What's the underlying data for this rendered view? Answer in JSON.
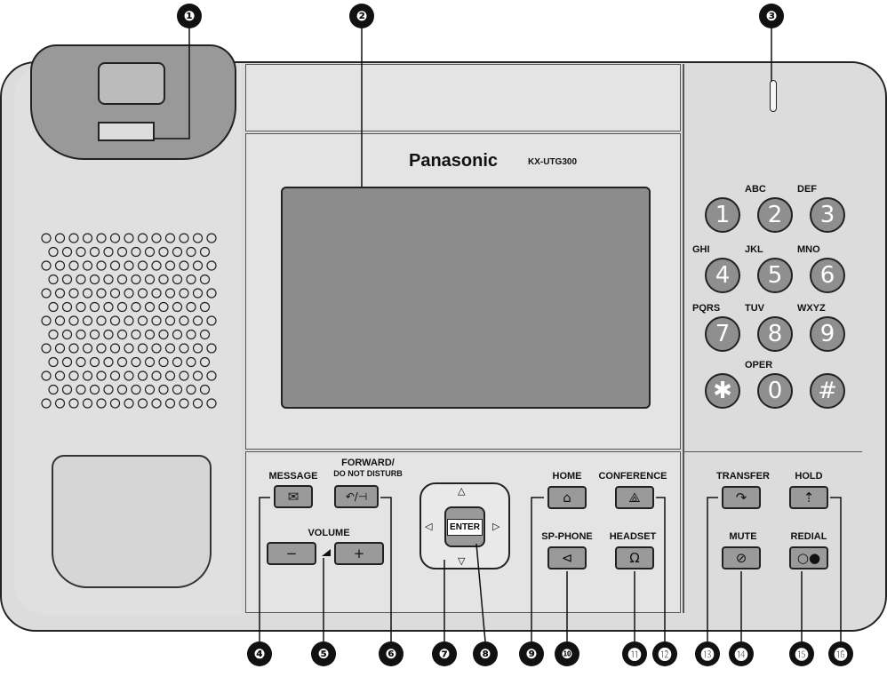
{
  "brand": "Panasonic",
  "model": "KX-UTG300",
  "callouts": [
    "❶",
    "❷",
    "❸",
    "❹",
    "❺",
    "❻",
    "❼",
    "❽",
    "❾",
    "❿",
    "⓫",
    "⓬",
    "⓭",
    "⓮",
    "⓯",
    "⓰"
  ],
  "keypad": {
    "keys": [
      "1",
      "2",
      "3",
      "4",
      "5",
      "6",
      "7",
      "8",
      "9",
      "✱",
      "0",
      "#"
    ],
    "letters": [
      "",
      "ABC",
      "DEF",
      "GHI",
      "JKL",
      "MNO",
      "PQRS",
      "TUV",
      "WXYZ",
      "",
      "OPER",
      ""
    ]
  },
  "buttons": {
    "message": "MESSAGE",
    "forward": "FORWARD/\nDO NOT DISTURB",
    "volume": "VOLUME",
    "vol_minus": "−",
    "vol_plus": "+",
    "enter": "ENTER",
    "home": "HOME",
    "conference": "CONFERENCE",
    "sp_phone": "SP-PHONE",
    "headset": "HEADSET",
    "transfer": "TRANSFER",
    "hold": "HOLD",
    "mute": "MUTE",
    "redial": "REDIAL"
  },
  "icons": {
    "message": "envelope-icon",
    "forward": "forward-dnd-icon",
    "home": "home-icon",
    "conference": "conference-icon",
    "sp_phone": "speaker-icon",
    "headset": "headset-icon",
    "transfer": "transfer-icon",
    "hold": "hold-icon",
    "mute": "mute-icon",
    "redial": "redial-icon"
  }
}
